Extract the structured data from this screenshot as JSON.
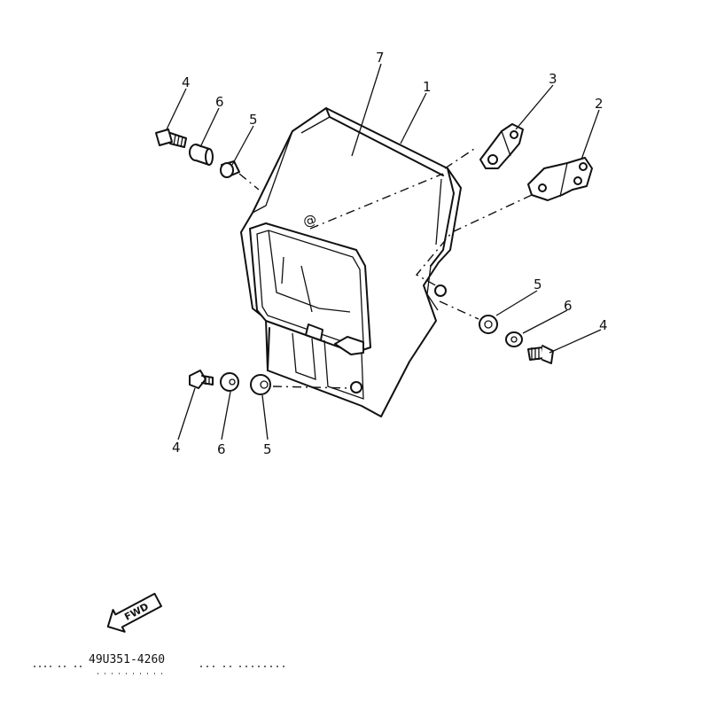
{
  "diagram": {
    "part_number": "49U351-4260",
    "fwd_label": "FWD",
    "callouts": [
      {
        "id": "c7",
        "label": "7"
      },
      {
        "id": "c1",
        "label": "1"
      },
      {
        "id": "c3",
        "label": "3"
      },
      {
        "id": "c2",
        "label": "2"
      },
      {
        "id": "c4a",
        "label": "4"
      },
      {
        "id": "c6a",
        "label": "6"
      },
      {
        "id": "c5a",
        "label": "5"
      },
      {
        "id": "c5b",
        "label": "5"
      },
      {
        "id": "c6b",
        "label": "6"
      },
      {
        "id": "c4b",
        "label": "4"
      },
      {
        "id": "c4c",
        "label": "4"
      },
      {
        "id": "c6c",
        "label": "6"
      },
      {
        "id": "c5c",
        "label": "5"
      }
    ]
  }
}
